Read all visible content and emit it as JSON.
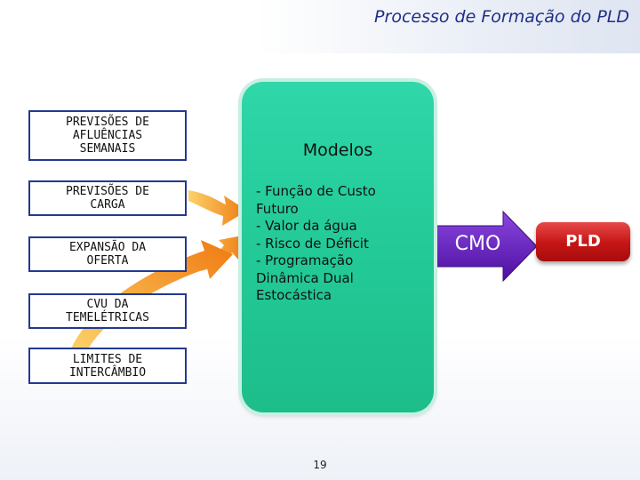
{
  "title": "Processo de Formação do PLD",
  "inputs": [
    {
      "label": "PREVISÕES DE\nAFLUÊNCIAS\nSEMANAIS"
    },
    {
      "label": "PREVISÕES DE\nCARGA"
    },
    {
      "label": "EXPANSÃO DA\nOFERTA"
    },
    {
      "label": "CVU DA\nTEMELÉTRICAS"
    },
    {
      "label": "LIMITES DE\nINTERCÂMBIO"
    }
  ],
  "models": {
    "title": "Modelos",
    "body": "- Função de Custo\nFuturo\n- Valor da água\n- Risco de Déficit\n- Programação\nDinâmica Dual\nEstocástica"
  },
  "output": {
    "label": "CMO"
  },
  "result": {
    "label": "PLD"
  },
  "page_number": "19",
  "colors": {
    "title": "#1f2f88",
    "box_border": "#243891",
    "models_fill": "#22c996",
    "cmo_arrow": "#6a1fc4",
    "pld_fill": "#c41515",
    "input_arrow": "#f28a1b"
  }
}
